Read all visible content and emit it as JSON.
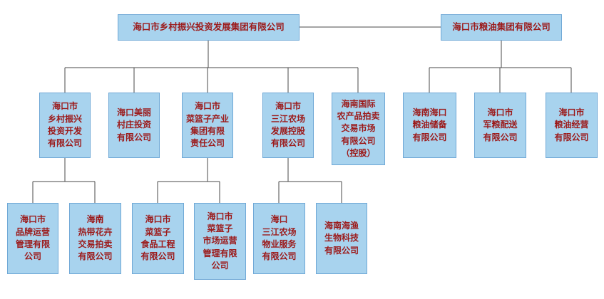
{
  "theme": {
    "background": "#ffffff",
    "box_fill": "#a8d3ee",
    "box_border": "#6fa8d6",
    "text_color": "#9c1a1a",
    "line_color": "#4a4a4a"
  },
  "org_chart": {
    "groups": [
      {
        "root": {
          "label": "海口市乡村振兴投资发展集团有限公司"
        },
        "children": [
          {
            "label": "海口市\n乡村振兴\n投资开发\n有限公司",
            "children": [
              {
                "label": "海口市\n品牌运营\n管理有限\n公司"
              },
              {
                "label": "海南\n热带花卉\n交易拍卖\n有限公司"
              }
            ]
          },
          {
            "label": "海口美丽\n村庄投资\n有限公司",
            "children": []
          },
          {
            "label": "海口市\n菜篮子产业\n集团有限\n责任公司",
            "children": [
              {
                "label": "海口市\n菜篮子\n食品工程\n有限公司"
              },
              {
                "label": "海口市\n菜篮子\n市场运营\n管理有限\n公司"
              }
            ]
          },
          {
            "label": "海口市\n三江农场\n发展控股\n有限公司",
            "children": [
              {
                "label": "海口\n三江农场\n物业服务\n有限公司"
              },
              {
                "label": "海南海渔\n生物科技\n有限公司"
              }
            ]
          },
          {
            "label": "海南国际\n农产品拍卖\n交易市场\n有限公司\n（控股）",
            "children": []
          }
        ]
      },
      {
        "root": {
          "label": "海口市粮油集团有限公司"
        },
        "children": [
          {
            "label": "海南海口\n粮油储备\n有限公司",
            "children": []
          },
          {
            "label": "海口市\n军粮配送\n有限公司",
            "children": []
          },
          {
            "label": "海口市\n粮油经营\n有限公司",
            "children": []
          }
        ]
      }
    ]
  }
}
